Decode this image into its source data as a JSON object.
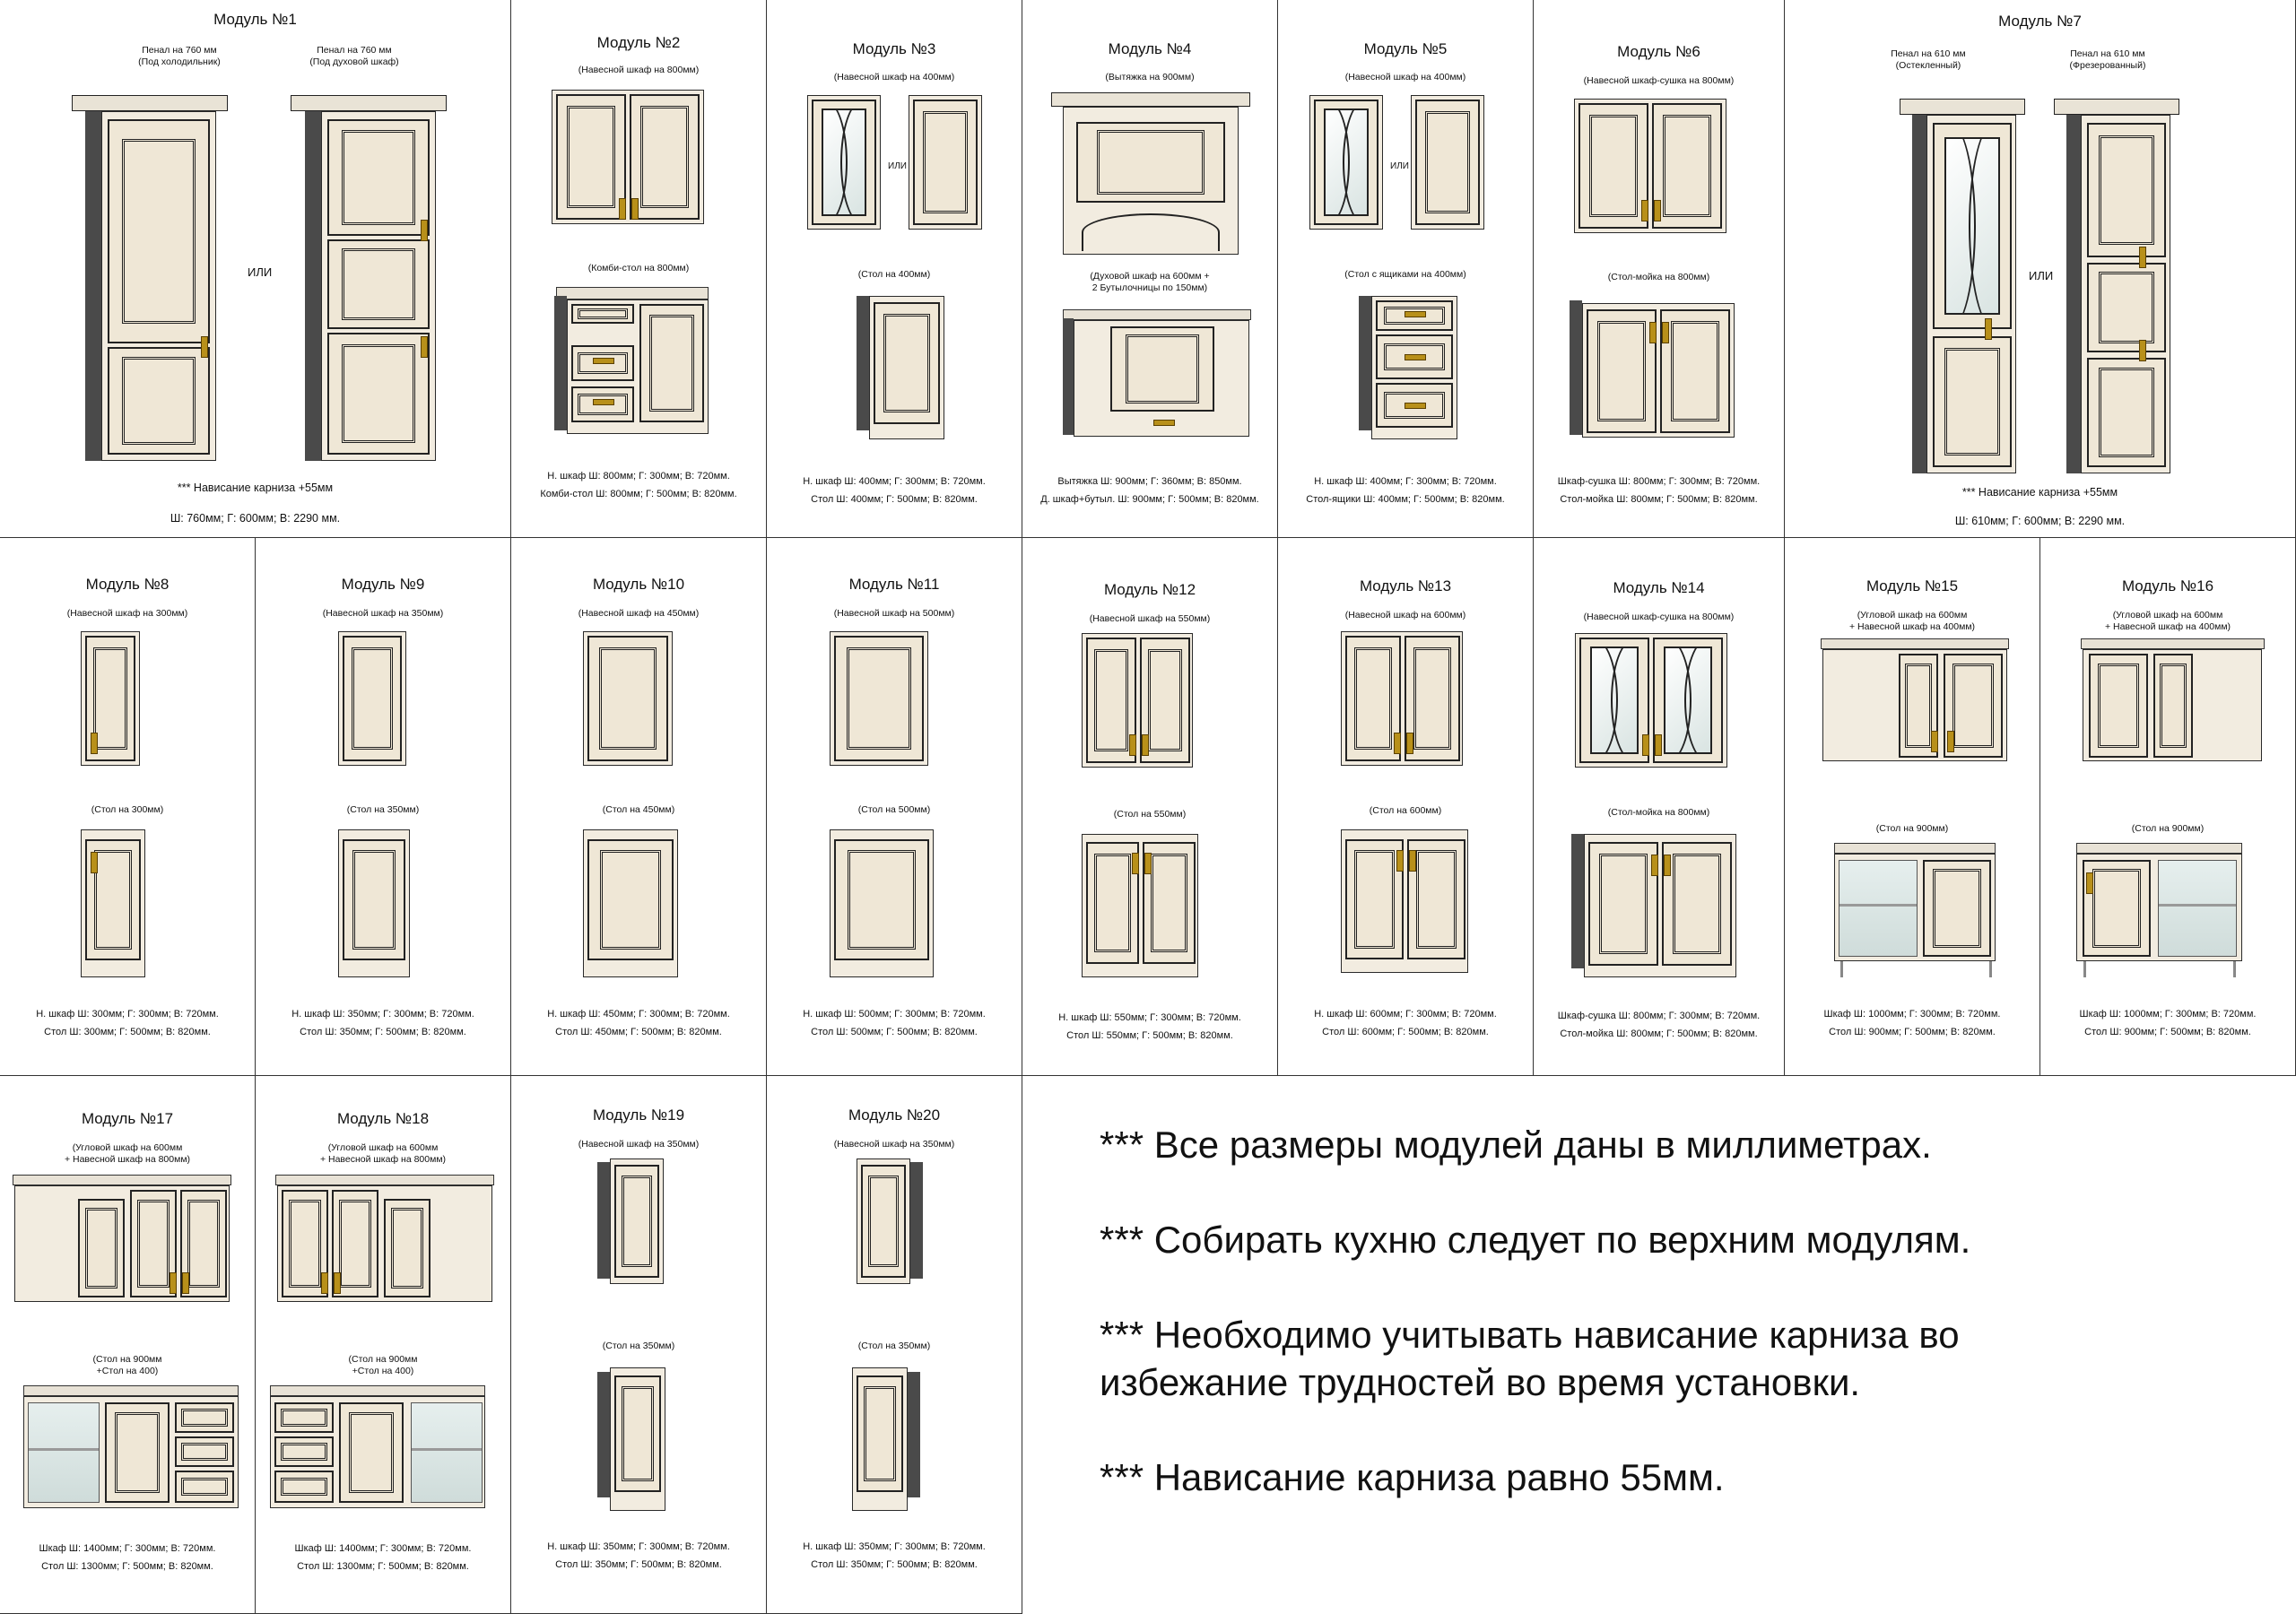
{
  "m1": {
    "title": "Модуль №1",
    "a_cap1": "Пенал на 760 мм",
    "a_cap2": "(Под холодильник)",
    "b_cap1": "Пенал на 760 мм",
    "b_cap2": "(Под духовой шкаф)",
    "ili": "ИЛИ",
    "note": "*** Нависание карниза +55мм",
    "dims": "Ш: 760мм; Г: 600мм; В: 2290 мм."
  },
  "m2": {
    "title": "Модуль №2",
    "top": "(Навесной шкаф на 800мм)",
    "bottom": "(Комби-стол на 800мм)",
    "spec1": "Н. шкаф Ш: 800мм; Г: 300мм; В: 720мм.",
    "spec2": "Комби-стол  Ш: 800мм; Г: 500мм; В: 820мм."
  },
  "m3": {
    "title": "Модуль №3",
    "top": "(Навесной шкаф на 400мм)",
    "ili": "ИЛИ",
    "bottom": "(Стол на 400мм)",
    "spec1": "Н. шкаф Ш: 400мм; Г: 300мм; В: 720мм.",
    "spec2": "Стол  Ш: 400мм; Г: 500мм; В: 820мм."
  },
  "m4": {
    "title": "Модуль №4",
    "top": "(Вытяжка на 900мм)",
    "bottom1": "(Духовой шкаф на 600мм +",
    "bottom2": "2 Бутылочницы по 150мм)",
    "spec1": "Вытяжка Ш: 900мм; Г: 360мм; В: 850мм.",
    "spec2": "Д. шкаф+бутыл.  Ш: 900мм; Г: 500мм; В: 820мм."
  },
  "m5": {
    "title": "Модуль №5",
    "top": "(Навесной шкаф на 400мм)",
    "ili": "ИЛИ",
    "bottom": "(Стол с ящиками на 400мм)",
    "spec1": "Н. шкаф Ш: 400мм; Г: 300мм; В: 720мм.",
    "spec2": "Стол-ящики  Ш: 400мм; Г: 500мм; В: 820мм."
  },
  "m6": {
    "title": "Модуль №6",
    "top": "(Навесной шкаф-сушка на 800мм)",
    "bottom": "(Стол-мойка на 800мм)",
    "spec1": "Шкаф-сушка Ш: 800мм; Г: 300мм; В: 720мм.",
    "spec2": "Стол-мойка  Ш: 800мм; Г: 500мм; В: 820мм."
  },
  "m7": {
    "title": "Модуль №7",
    "a_cap1": "Пенал на 610 мм",
    "a_cap2": "(Остекленный)",
    "b_cap1": "Пенал на 610 мм",
    "b_cap2": "(Фрезерованный)",
    "ili": "ИЛИ",
    "note": "*** Нависание карниза +55мм",
    "dims": "Ш: 610мм; Г: 600мм; В: 2290 мм."
  },
  "m8": {
    "title": "Модуль №8",
    "top": "(Навесной шкаф на 300мм)",
    "bottom": "(Стол на 300мм)",
    "spec1": "Н. шкаф Ш: 300мм; Г: 300мм; В: 720мм.",
    "spec2": "Стол  Ш: 300мм; Г: 500мм; В: 820мм."
  },
  "m9": {
    "title": "Модуль №9",
    "top": "(Навесной шкаф на 350мм)",
    "bottom": "(Стол на 350мм)",
    "spec1": "Н. шкаф Ш: 350мм; Г: 300мм; В: 720мм.",
    "spec2": "Стол  Ш: 350мм; Г: 500мм; В: 820мм."
  },
  "m10": {
    "title": "Модуль №10",
    "top": "(Навесной шкаф на 450мм)",
    "bottom": "(Стол на 450мм)",
    "spec1": "Н. шкаф Ш: 450мм; Г: 300мм; В: 720мм.",
    "spec2": "Стол  Ш: 450мм; Г: 500мм; В: 820мм."
  },
  "m11": {
    "title": "Модуль №11",
    "top": "(Навесной шкаф на 500мм)",
    "bottom": "(Стол на 500мм)",
    "spec1": "Н. шкаф Ш: 500мм; Г: 300мм; В: 720мм.",
    "spec2": "Стол  Ш: 500мм; Г: 500мм; В: 820мм."
  },
  "m12": {
    "title": "Модуль №12",
    "top": "(Навесной шкаф на 550мм)",
    "bottom": "(Стол на 550мм)",
    "spec1": "Н. шкаф Ш: 550мм; Г: 300мм; В: 720мм.",
    "spec2": "Стол  Ш: 550мм; Г: 500мм; В: 820мм."
  },
  "m13": {
    "title": "Модуль №13",
    "top": "(Навесной шкаф на 600мм)",
    "bottom": "(Стол на 600мм)",
    "spec1": "Н. шкаф Ш: 600мм; Г: 300мм; В: 720мм.",
    "spec2": "Стол  Ш: 600мм; Г: 500мм; В: 820мм."
  },
  "m14": {
    "title": "Модуль №14",
    "top": "(Навесной шкаф-сушка на 800мм)",
    "bottom": "(Стол-мойка на 800мм)",
    "spec1": "Шкаф-сушка Ш: 800мм; Г: 300мм; В: 720мм.",
    "spec2": "Стол-мойка  Ш: 800мм; Г: 500мм; В: 820мм."
  },
  "m15": {
    "title": "Модуль №15",
    "top1": "(Угловой шкаф на 600мм",
    "top2": "+ Навесной шкаф на 400мм)",
    "bottom": "(Стол на 900мм)",
    "spec1": "Шкаф  Ш: 1000мм; Г: 300мм; В: 720мм.",
    "spec2": "Стол  Ш: 900мм; Г: 500мм; В: 820мм."
  },
  "m16": {
    "title": "Модуль №16",
    "top1": "(Угловой шкаф на 600мм",
    "top2": "+ Навесной шкаф на 400мм)",
    "bottom": "(Стол на 900мм)",
    "spec1": "Шкаф  Ш: 1000мм; Г: 300мм; В: 720мм.",
    "spec2": "Стол  Ш: 900мм; Г: 500мм; В: 820мм."
  },
  "m17": {
    "title": "Модуль №17",
    "top1": "(Угловой шкаф на 600мм",
    "top2": "+ Навесной шкаф на 800мм)",
    "bottom1": "(Стол на 900мм",
    "bottom2": "+Стол на 400)",
    "spec1": "Шкаф  Ш: 1400мм; Г: 300мм; В: 720мм.",
    "spec2": "Стол  Ш: 1300мм; Г: 500мм; В: 820мм."
  },
  "m18": {
    "title": "Модуль №18",
    "top1": "(Угловой шкаф на 600мм",
    "top2": "+ Навесной шкаф на 800мм)",
    "bottom1": "(Стол на 900мм",
    "bottom2": "+Стол на 400)",
    "spec1": "Шкаф  Ш: 1400мм; Г: 300мм; В: 720мм.",
    "spec2": "Стол  Ш: 1300мм; Г: 500мм; В: 820мм."
  },
  "m19": {
    "title": "Модуль №19",
    "top": "(Навесной шкаф на 350мм)",
    "bottom": "(Стол на 350мм)",
    "spec1": "Н. шкаф Ш: 350мм; Г: 300мм; В: 720мм.",
    "spec2": "Стол  Ш: 350мм; Г: 500мм; В: 820мм."
  },
  "m20": {
    "title": "Модуль №20",
    "top": "(Навесной шкаф на 350мм)",
    "bottom": "(Стол на 350мм)",
    "spec1": "Н. шкаф Ш: 350мм; Г: 300мм; В: 720мм.",
    "spec2": "Стол  Ш: 350мм; Г: 500мм; В: 820мм."
  },
  "notes": {
    "n1": "***  Все размеры модулей даны в миллиметрах.",
    "n2": "***  Собирать кухню следует по верхним модулям.",
    "n3a": "***  Необходимо учитывать нависание карниза во",
    "n3b": "избежание трудностей во время установки.",
    "n4": "***  Нависание карниза равно 55мм."
  }
}
